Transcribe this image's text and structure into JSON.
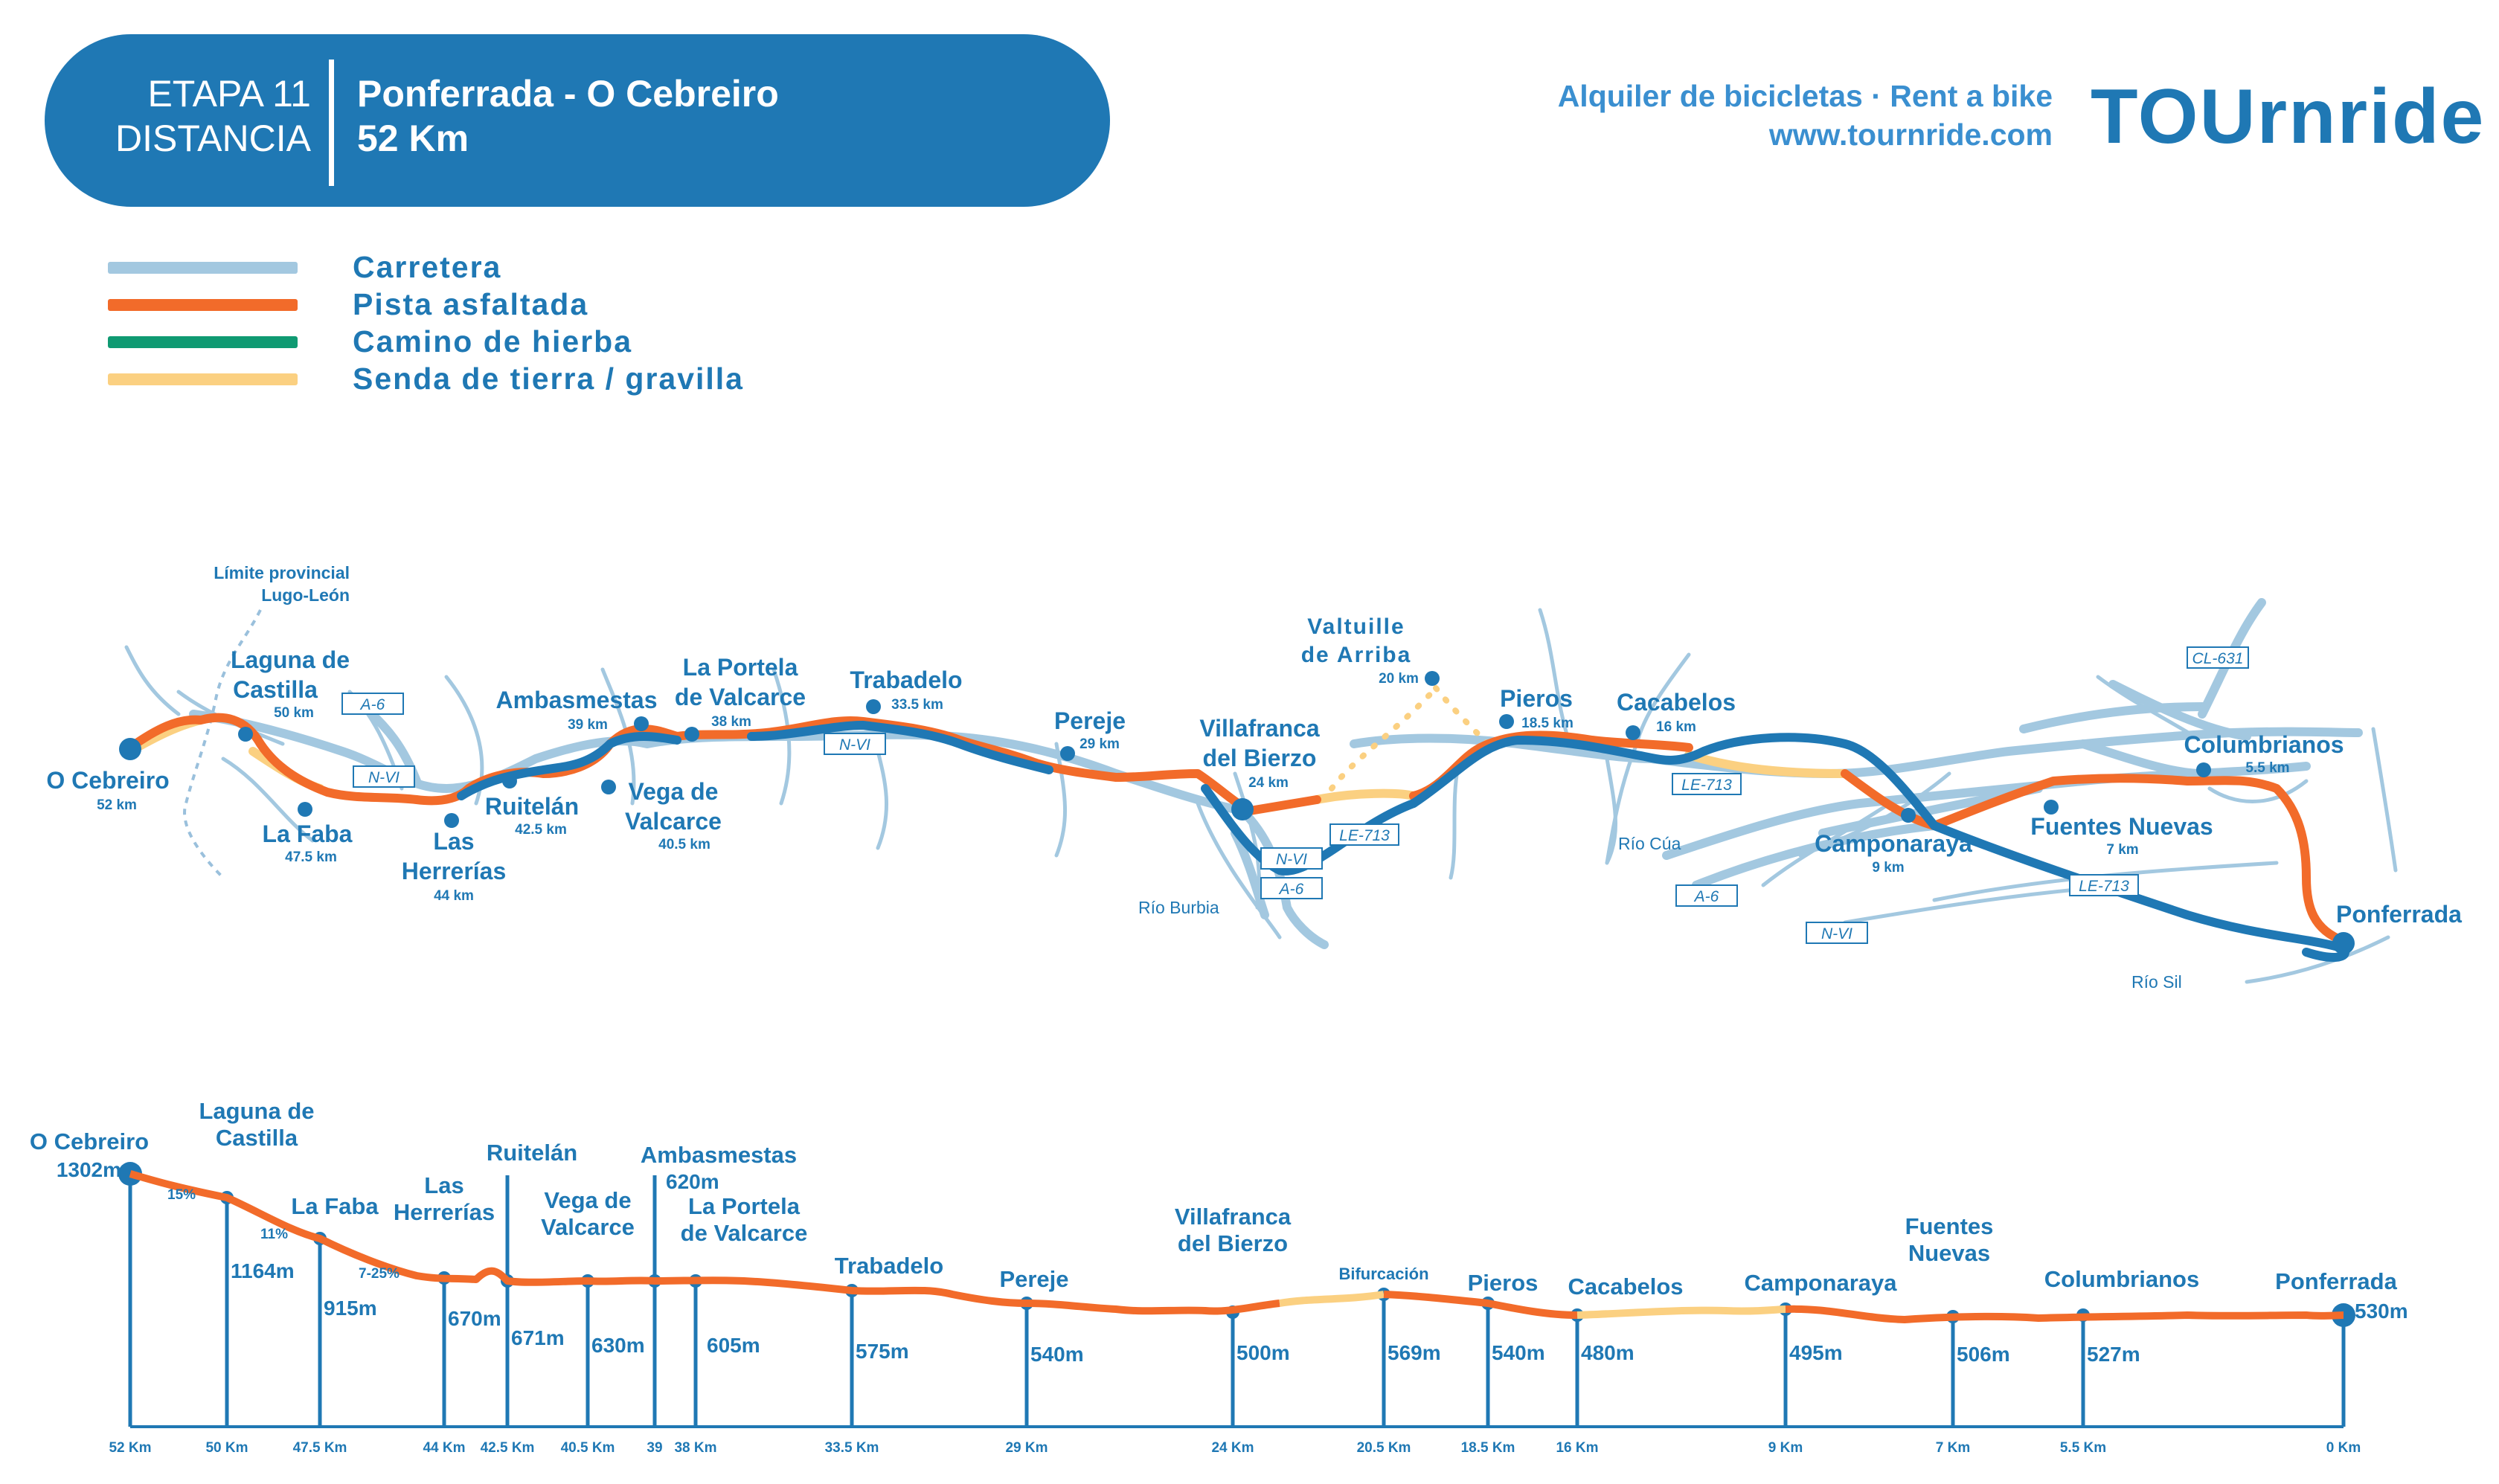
{
  "header": {
    "stage_label": "ETAPA 11",
    "distance_label": "DISTANCIA",
    "route": "Ponferrada - O Cebreiro",
    "distance": "52 Km",
    "rent_text": "Alquiler de bicicletas · Rent a bike",
    "website": "www.tournride.com",
    "logo": "TOUrnride",
    "brand_color": "#1f78b4"
  },
  "legend": [
    {
      "label": "Carretera",
      "color": "#a3c8e0"
    },
    {
      "label": "Pista asfaltada",
      "color": "#f26b2a"
    },
    {
      "label": "Camino de hierba",
      "color": "#0f9a72"
    },
    {
      "label": "Senda de tierra / gravilla",
      "color": "#fbd081"
    }
  ],
  "map": {
    "boundary_line1": "Límite provincial",
    "boundary_line2": "Lugo-León",
    "towns": {
      "cebreiro": {
        "name": "O Cebreiro",
        "km": "52 km"
      },
      "laguna": {
        "name1": "Laguna de",
        "name2": "Castilla",
        "km": "50 km"
      },
      "faba": {
        "name": "La Faba",
        "km": "47.5 km"
      },
      "herrerias": {
        "name1": "Las",
        "name2": "Herrerías",
        "km": "44 km"
      },
      "ruitelan": {
        "name": "Ruitelán",
        "km": "42.5 km"
      },
      "ambasmestas": {
        "name": "Ambasmestas",
        "km": "39 km"
      },
      "vega": {
        "name1": "Vega de",
        "name2": "Valcarce",
        "km": "40.5 km"
      },
      "portela": {
        "name1": "La Portela",
        "name2": "de Valcarce",
        "km": "38 km"
      },
      "trabadelo": {
        "name": "Trabadelo",
        "km": "33.5 km"
      },
      "pereje": {
        "name": "Pereje",
        "km": "29 km"
      },
      "villafranca": {
        "name1": "Villafranca",
        "name2": "del Bierzo",
        "km": "24 km"
      },
      "valtuille": {
        "name1": "Valtuille",
        "name2": "de  Arriba",
        "km": "20 km"
      },
      "pieros": {
        "name": "Pieros",
        "km": "18.5 km"
      },
      "cacabelos": {
        "name": "Cacabelos",
        "km": "16 km"
      },
      "camponaraya": {
        "name": "Camponaraya",
        "km": "9 km"
      },
      "fuentes": {
        "name": "Fuentes Nuevas",
        "km": "7 km"
      },
      "columbrianos": {
        "name": "Columbrianos",
        "km": "5.5 km"
      },
      "ponferrada": {
        "name": "Ponferrada"
      }
    },
    "roads": {
      "a6a": "A-6",
      "nvia": "N-VI",
      "nvib": "N-VI",
      "nvic": "N-VI",
      "a6b": "A-6",
      "le713a": "LE-713",
      "le713b": "LE-713",
      "a6c": "A-6",
      "nvid": "N-VI",
      "le713c": "LE-713",
      "cl631": "CL-631"
    },
    "rivers": {
      "burbia": "Río Burbia",
      "cua": "Río Cúa",
      "sil": "Río Sil"
    }
  },
  "profile": {
    "stations": [
      {
        "name1": "O Cebreiro",
        "name2": "",
        "elev": "1302m",
        "km": "52 Km"
      },
      {
        "name1": "Laguna de",
        "name2": "Castilla",
        "elev": "1164m",
        "km": "50 Km"
      },
      {
        "name1": "La Faba",
        "name2": "",
        "elev": "915m",
        "km": "47.5 Km"
      },
      {
        "name1": "Las",
        "name2": "Herrerías",
        "elev": "670m",
        "km": "44 Km"
      },
      {
        "name1": "Ruitelán",
        "name2": "",
        "elev": "671m",
        "km": "42.5 Km"
      },
      {
        "name1": "Vega de",
        "name2": "Valcarce",
        "elev": "630m",
        "km": "40.5 Km"
      },
      {
        "name1": "Ambasmestas",
        "name2": "",
        "elev": "620m",
        "km": "39"
      },
      {
        "name1": "La Portela",
        "name2": "de Valcarce",
        "elev": "605m",
        "km": "38 Km"
      },
      {
        "name1": "Trabadelo",
        "name2": "",
        "elev": "575m",
        "km": "33.5 Km"
      },
      {
        "name1": "Pereje",
        "name2": "",
        "elev": "540m",
        "km": "29 Km"
      },
      {
        "name1": "Villafranca",
        "name2": "del Bierzo",
        "elev": "500m",
        "km": "24 Km"
      },
      {
        "name1": "Bifurcación",
        "name2": "",
        "elev": "569m",
        "km": "20.5 Km"
      },
      {
        "name1": "Pieros",
        "name2": "",
        "elev": "540m",
        "km": "18.5 Km"
      },
      {
        "name1": "Cacabelos",
        "name2": "",
        "elev": "480m",
        "km": "16 Km"
      },
      {
        "name1": "Camponaraya",
        "name2": "",
        "elev": "495m",
        "km": "9 Km"
      },
      {
        "name1": "Fuentes",
        "name2": "Nuevas",
        "elev": "506m",
        "km": "7 Km"
      },
      {
        "name1": "Columbrianos",
        "name2": "",
        "elev": "527m",
        "km": "5.5 Km"
      },
      {
        "name1": "Ponferrada",
        "name2": "",
        "elev": "530m",
        "km": "0 Km"
      }
    ],
    "grades": [
      "15%",
      "11%",
      "7-25%"
    ]
  }
}
